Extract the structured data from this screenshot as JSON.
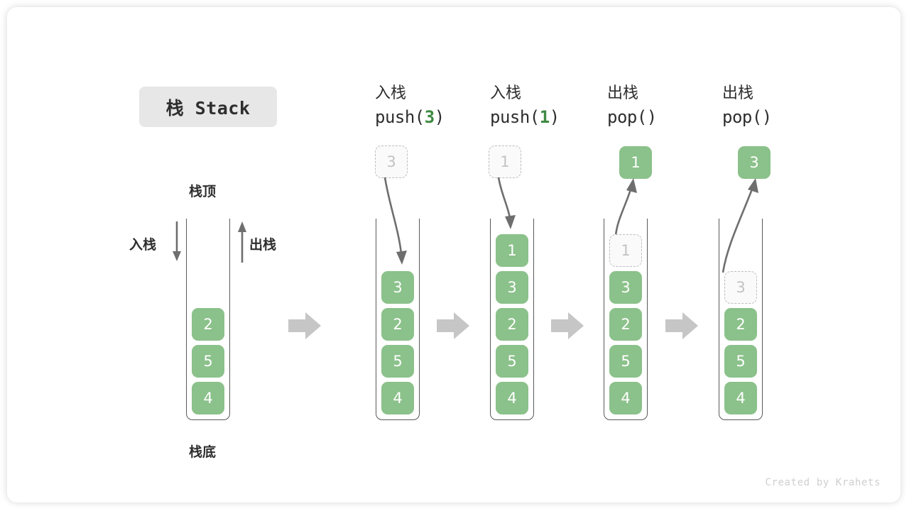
{
  "figure": {
    "title_badge": "栈 Stack",
    "footer": "Created by Krahets",
    "colors": {
      "element_fill": "#8bc18a",
      "element_text": "#ffffff",
      "ghost_border": "#bdbdbd",
      "ghost_text": "#c3c3c3",
      "container_line": "#5a5a5a",
      "arrow_gray": "#6e6e6e",
      "step_arrow": "#c6c6c6",
      "badge_bg": "#e7e7e7",
      "code_accent": "#3f8a43"
    }
  },
  "legend": {
    "top_label": "栈顶",
    "bottom_label": "栈底",
    "push_label": "入栈",
    "pop_label": "出栈"
  },
  "steps": [
    {
      "id": "initial",
      "header_cn": "",
      "header_code": "",
      "code_fn": "",
      "code_arg": "",
      "stack": [
        "2",
        "5",
        "4"
      ],
      "floating": null,
      "ghost_in_stack": null
    },
    {
      "id": "push-3",
      "header_cn": "入栈",
      "code_fn": "push(",
      "code_arg": "3",
      "code_tail": ")",
      "stack": [
        "3",
        "2",
        "5",
        "4"
      ],
      "floating": {
        "value": "3",
        "state": "ghost"
      },
      "arrow_dir": "down",
      "ghost_in_stack": null
    },
    {
      "id": "push-1",
      "header_cn": "入栈",
      "code_fn": "push(",
      "code_arg": "1",
      "code_tail": ")",
      "stack": [
        "1",
        "3",
        "2",
        "5",
        "4"
      ],
      "floating": {
        "value": "1",
        "state": "ghost"
      },
      "arrow_dir": "down",
      "ghost_in_stack": null
    },
    {
      "id": "pop-1",
      "header_cn": "出栈",
      "code_fn": "pop(",
      "code_arg": "",
      "code_tail": ")",
      "stack": [
        "3",
        "2",
        "5",
        "4"
      ],
      "floating": {
        "value": "1",
        "state": "filled"
      },
      "arrow_dir": "up",
      "ghost_in_stack": "1"
    },
    {
      "id": "pop-3",
      "header_cn": "出栈",
      "code_fn": "pop(",
      "code_arg": "",
      "code_tail": ")",
      "stack": [
        "2",
        "5",
        "4"
      ],
      "floating": {
        "value": "3",
        "state": "filled"
      },
      "arrow_dir": "up",
      "ghost_in_stack": "3"
    }
  ],
  "cells": {
    "s0": [
      "2",
      "5",
      "4"
    ],
    "s1_top": "3",
    "s1_rest": [
      "2",
      "5",
      "4"
    ],
    "s2_tops": [
      "1",
      "3"
    ],
    "s2_rest": [
      "2",
      "5",
      "4"
    ],
    "s3_ghost": "1",
    "s3_rest": [
      "3",
      "2",
      "5",
      "4"
    ],
    "s4_ghost": "3",
    "s4_rest": [
      "2",
      "5",
      "4"
    ],
    "float1": "3",
    "float2": "1",
    "float3": "1",
    "float4": "3"
  },
  "headers": {
    "h1_cn": "入栈",
    "h1_fn": "push(",
    "h1_arg": "3",
    "h1_tail": ")",
    "h2_cn": "入栈",
    "h2_fn": "push(",
    "h2_arg": "1",
    "h2_tail": ")",
    "h3_cn": "出栈",
    "h3_fn": "pop(",
    "h3_arg": "",
    "h3_tail": ")",
    "h4_cn": "出栈",
    "h4_fn": "pop(",
    "h4_arg": "",
    "h4_tail": ")"
  }
}
